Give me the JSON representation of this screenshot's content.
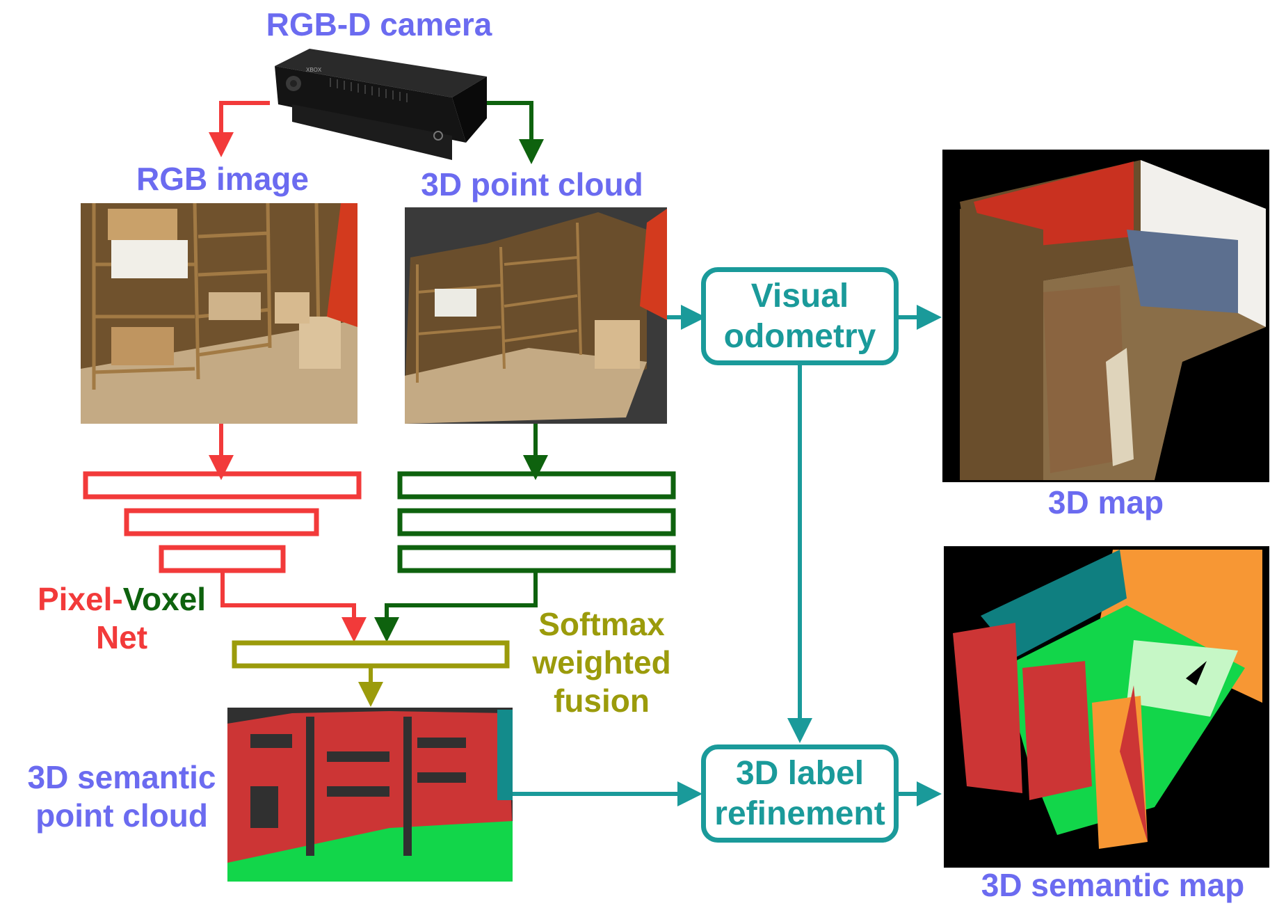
{
  "camera": {
    "title": "RGB-D camera",
    "brand": "XBOX"
  },
  "inputs": {
    "rgb_label": "RGB image",
    "cloud_label": "3D point cloud"
  },
  "network": {
    "name_part1": "Pixel-",
    "name_part2": "Voxel",
    "name_part3": "Net"
  },
  "fusion": {
    "line1": "Softmax",
    "line2": "weighted",
    "line3": "fusion"
  },
  "semantic_cloud": {
    "line1": "3D semantic",
    "line2": "point cloud"
  },
  "odometry": {
    "line1": "Visual",
    "line2": "odometry"
  },
  "refinement": {
    "line1": "3D label",
    "line2": "refinement"
  },
  "outputs": {
    "map_label": "3D map",
    "semantic_map_label": "3D semantic map"
  },
  "colors": {
    "red": "#f23a3a",
    "green": "#0e620e",
    "olive": "#9b9b0b",
    "teal": "#1a9a9a",
    "blue": "#6b6bf0"
  }
}
